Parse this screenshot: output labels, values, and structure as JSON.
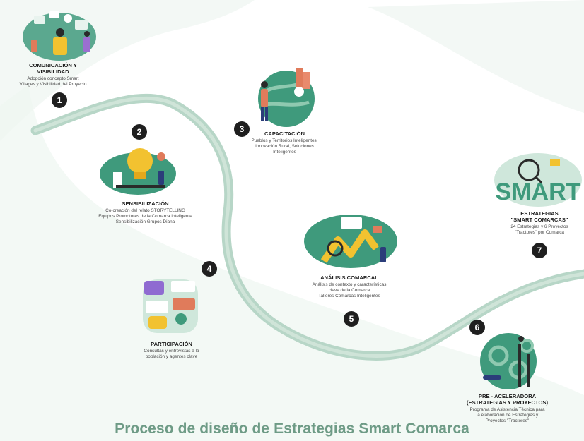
{
  "title": "Proceso de diseño de Estrategias Smart Comarca",
  "colors": {
    "path": "#b7d6c7",
    "background_tint": "#e7f2ec",
    "accent_green": "#3f9a7c",
    "accent_yellow": "#f2c230",
    "title": "#6e9b86"
  },
  "steps": [
    {
      "number": "1",
      "title": "COMUNICACIÓN Y\nVISIBILIDAD",
      "desc": "Adopción concepto Smart\nVillages y Visibilidad del Proyecto"
    },
    {
      "number": "2",
      "title": "SENSIBILIZACIÓN",
      "desc": "Co-creación del relato STORYTELLING\nEquipos Promotores de la Comarca Inteligente\nSensibilización Grupos Diana"
    },
    {
      "number": "3",
      "title": "CAPACITACIÓN",
      "desc": "Pueblos y Territorios Inteligentes,\nInnovación Rural, Soluciones\nInteligentes"
    },
    {
      "number": "4",
      "title": "PARTICIPACIÓN",
      "desc": "Consultas y entrevistas a la\npoblación y agentes clave"
    },
    {
      "number": "5",
      "title": "ANÁLISIS COMARCAL",
      "desc": "Análisis de contexto y características\nclave de la Comarca\nTalleres Comarcas Inteligentes"
    },
    {
      "number": "6",
      "title": "PRE - ACELERADORA\n(ESTRATEGIAS Y PROYECTOS)",
      "desc": "Programa de Asistencia Técnica para\nla elaboración de Estrategias y\nProyectos \"Tractores\""
    },
    {
      "number": "7",
      "title": "ESTRATEGIAS\n\"SMART COMARCAS\"",
      "desc": "24 Estrategias y 6 Proyectos\n\"Tractores\" por Comarca"
    }
  ],
  "smart_word": "SMART"
}
